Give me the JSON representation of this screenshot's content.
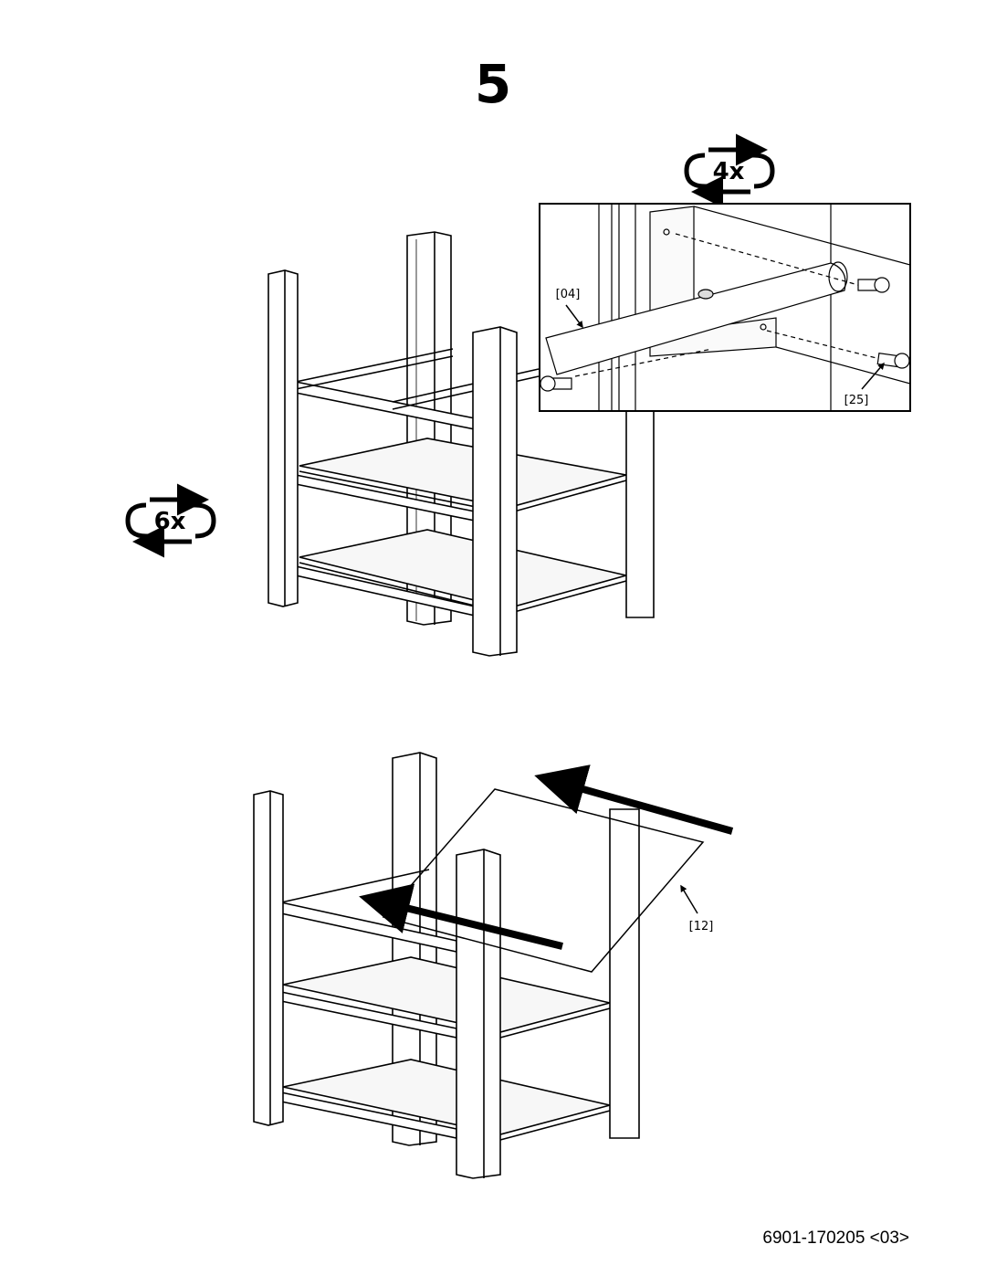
{
  "step": {
    "number": "5"
  },
  "repeat_badges": [
    {
      "label": "4x"
    },
    {
      "label": "6x"
    }
  ],
  "part_labels": {
    "rod": "[04]",
    "screw": "[25]",
    "glass_shelf": "[12]"
  },
  "footer": {
    "document_code": "6901-170205 <03>"
  },
  "colors": {
    "line": "#000000",
    "background": "#ffffff",
    "fill_light": "#f2f2f2"
  }
}
